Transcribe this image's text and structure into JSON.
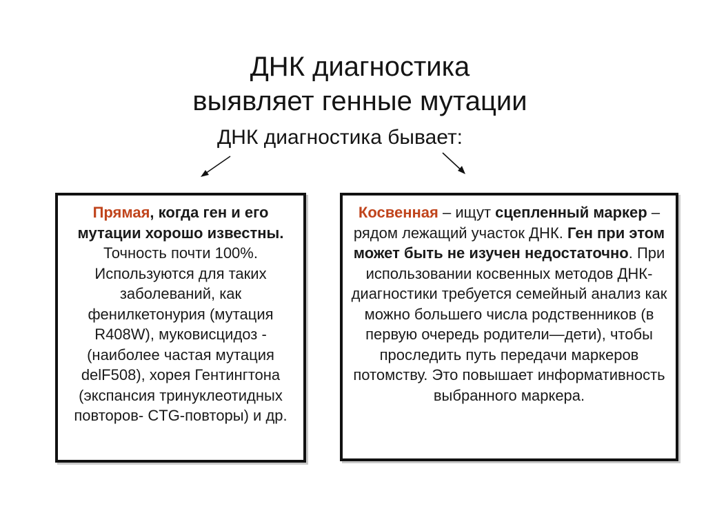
{
  "slide": {
    "title_line1": "ДНК диагностика",
    "title_line2": "выявляет генные мутации",
    "subtitle": "ДНК диагностика бывает:",
    "accent_color": "#c0441c",
    "left_box": {
      "term": "Прямая",
      "bold_part": ", когда ген и его мутации хорошо известны.",
      "text": " Точность почти 100%. Используются для таких заболеваний, как фенилкетонурия (мутация R408W), муковисцидоз - (наиболее частая мутация delF508), хорея Гентингтона (экспансия тринуклеотидных повторов- CTG-повторы) и др."
    },
    "right_box": {
      "term": "Косвенная",
      "text_1": " – ищут ",
      "bold_1": "сцепленный маркер",
      "text_2": " – рядом лежащий участок ДНК. ",
      "bold_2": "Ген при этом может быть не изучен недостаточно",
      "text_3": ". При использовании косвенных методов ДНК-диагностики требуется семейный анализ как можно большего числа родственников (в первую очередь родители—дети), чтобы проследить путь передачи маркеров потомству. Это повышает информативность выбранного маркера."
    }
  }
}
